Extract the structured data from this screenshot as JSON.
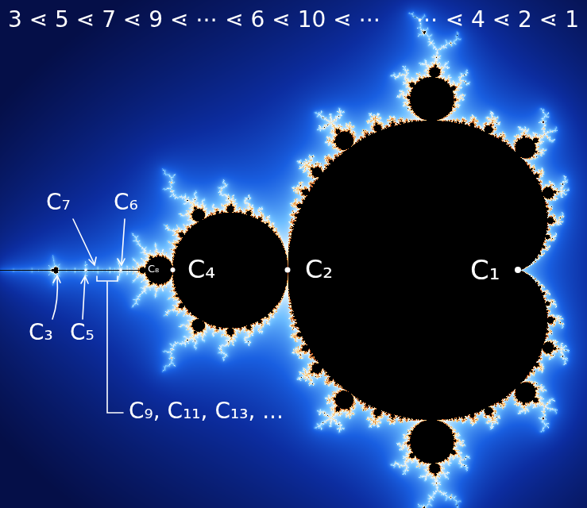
{
  "diagram": {
    "labels": [
      "3 ⋖ 5 ⋖ 7 ⋖ 9 ⋖ ⋯ ⋖ 6 ⋖ 10 ⋖ ⋯",
      "⋯ ⋖ 4 ⋖ 2 ⋖ 1",
      "C₇",
      "C₆",
      "C₈",
      "C₄",
      "C₂",
      "C₁",
      "C₃",
      "C₅",
      "C₉, C₁₁, C₁₃, ..."
    ]
  }
}
